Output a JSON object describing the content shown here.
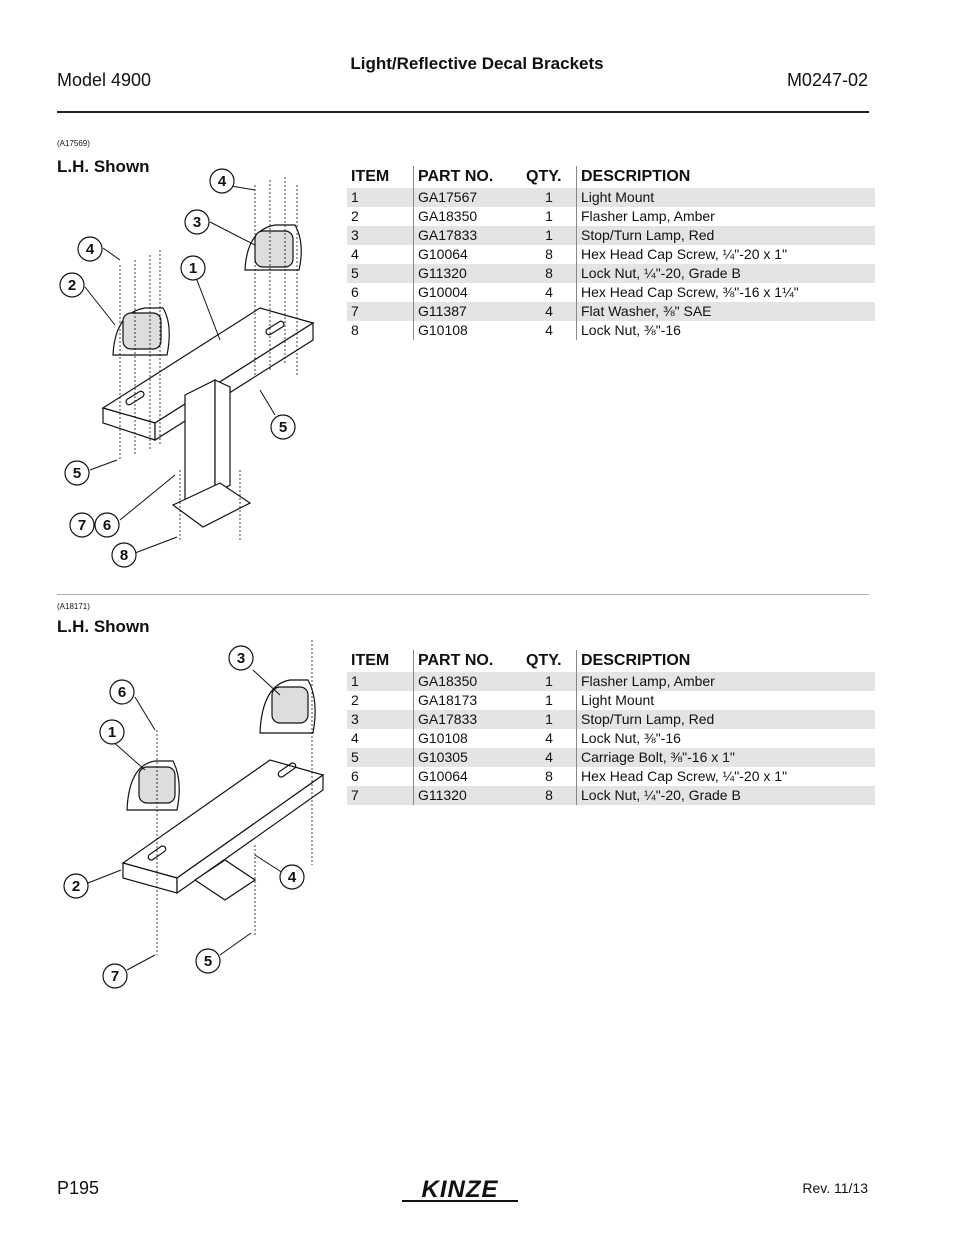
{
  "header": {
    "model": "Model 4900",
    "title": "Light/Reflective Decal Brackets",
    "doc_number": "M0247-02"
  },
  "figure1": {
    "ref": "(A17569)",
    "title": "L.H. Shown",
    "callouts": [
      "4",
      "3",
      "4",
      "1",
      "2",
      "5",
      "5",
      "7",
      "6",
      "8"
    ]
  },
  "figure2": {
    "ref": "(A18171)",
    "title": "L.H. Shown",
    "callouts": [
      "3",
      "6",
      "1",
      "2",
      "4",
      "5",
      "7"
    ]
  },
  "table_headers": {
    "item": "ITEM",
    "part": "PART NO.",
    "qty": "QTY.",
    "desc": "DESCRIPTION"
  },
  "table1": [
    {
      "item": "1",
      "part": "GA17567",
      "qty": "1",
      "desc": "Light Mount"
    },
    {
      "item": "2",
      "part": "GA18350",
      "qty": "1",
      "desc": "Flasher Lamp, Amber"
    },
    {
      "item": "3",
      "part": "GA17833",
      "qty": "1",
      "desc": "Stop/Turn Lamp, Red"
    },
    {
      "item": "4",
      "part": "G10064",
      "qty": "8",
      "desc": "Hex Head Cap Screw, ¼\"-20 x 1\""
    },
    {
      "item": "5",
      "part": "G11320",
      "qty": "8",
      "desc": "Lock Nut, ¼\"-20, Grade B"
    },
    {
      "item": "6",
      "part": "G10004",
      "qty": "4",
      "desc": "Hex Head Cap Screw, ⅜\"-16 x 1¼\""
    },
    {
      "item": "7",
      "part": "G11387",
      "qty": "4",
      "desc": "Flat Washer, ⅜\" SAE"
    },
    {
      "item": "8",
      "part": "G10108",
      "qty": "4",
      "desc": "Lock Nut, ⅜\"-16"
    }
  ],
  "table2": [
    {
      "item": "1",
      "part": "GA18350",
      "qty": "1",
      "desc": "Flasher Lamp, Amber"
    },
    {
      "item": "2",
      "part": "GA18173",
      "qty": "1",
      "desc": "Light Mount"
    },
    {
      "item": "3",
      "part": "GA17833",
      "qty": "1",
      "desc": "Stop/Turn Lamp, Red"
    },
    {
      "item": "4",
      "part": "G10108",
      "qty": "4",
      "desc": "Lock Nut, ⅜\"-16"
    },
    {
      "item": "5",
      "part": "G10305",
      "qty": "4",
      "desc": "Carriage Bolt, ⅜\"-16 x 1\""
    },
    {
      "item": "6",
      "part": "G10064",
      "qty": "8",
      "desc": "Hex Head Cap Screw, ¼\"-20 x 1\""
    },
    {
      "item": "7",
      "part": "G11320",
      "qty": "8",
      "desc": "Lock Nut, ¼\"-20, Grade B"
    }
  ],
  "footer": {
    "page": "P195",
    "logo": "KINZE",
    "revision": "Rev. 11/13"
  }
}
